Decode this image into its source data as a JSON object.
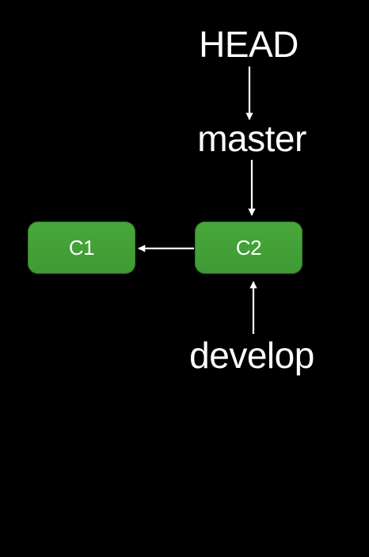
{
  "refs": {
    "head": "HEAD",
    "master": "master",
    "develop": "develop"
  },
  "commits": [
    {
      "label": "C1"
    },
    {
      "label": "C2"
    }
  ],
  "colors": {
    "background": "#000000",
    "commit_fill": "#43a137",
    "text": "#ffffff",
    "arrow": "#ffffff"
  }
}
